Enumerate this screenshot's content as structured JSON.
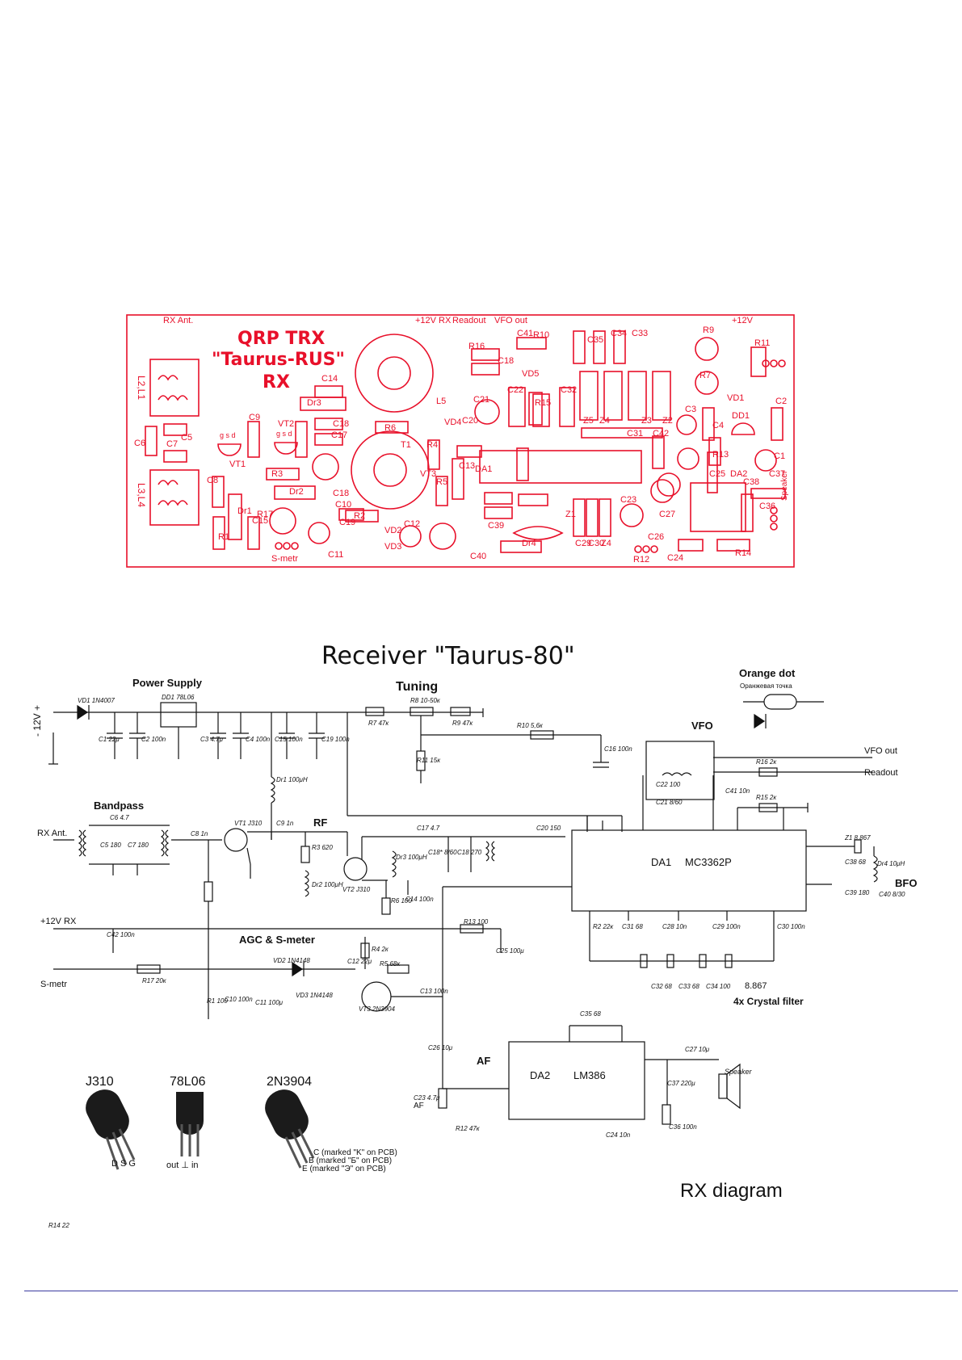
{
  "pcb": {
    "title_line1": "QRP TRX",
    "title_line2": "\"Taurus-RUS\"",
    "title_line3": "RX",
    "labels": {
      "rx_ant": "RX Ant.",
      "v12rx": "+12V RX",
      "readout": "Readout",
      "vfo_out": "VFO out",
      "v12": "+12V",
      "l2l1": "L2,L1",
      "l3l4": "L3,L4",
      "s_metr": "S-metr",
      "speaker": "Speaker",
      "r12": "R12",
      "gsd1": "g s d",
      "gsd2": "g s d"
    },
    "components": [
      "C41",
      "R16",
      "C18",
      "R10",
      "VD5",
      "C35",
      "C34",
      "C33",
      "R9",
      "R11",
      "C14",
      "Dr3",
      "L5",
      "C21",
      "C22",
      "R15",
      "C32",
      "R7",
      "VD1",
      "C2",
      "C9",
      "VT2",
      "C18",
      "C17",
      "R6",
      "VD4",
      "C20",
      "R4",
      "C13",
      "DA1",
      "Z5",
      "Z4",
      "Z3",
      "Z2",
      "C31",
      "C3",
      "C4",
      "DD1",
      "C42",
      "R13",
      "C6",
      "C7",
      "C5",
      "VT1",
      "C8",
      "R3",
      "Dr2",
      "C18",
      "T1",
      "VT3",
      "R5",
      "C25",
      "C37",
      "C1",
      "DA2",
      "R17",
      "C10",
      "C15",
      "Dr1",
      "R1",
      "R2",
      "C12",
      "C19",
      "C38",
      "Z1",
      "C23",
      "C27",
      "C36",
      "VD2",
      "VD3",
      "C11",
      "C40",
      "C39",
      "Dr4",
      "C29",
      "C30",
      "C26",
      "C24",
      "R14",
      "Z4"
    ]
  },
  "schematic": {
    "title": "Receiver \"Taurus-80\"",
    "sections": {
      "power_supply": "Power Supply",
      "tuning": "Tuning",
      "orange_dot": "Orange dot",
      "orange_dot_ru": "Оранжевая точка",
      "vfo": "VFO",
      "bandpass": "Bandpass",
      "rf": "RF",
      "agc": "AGC & S-meter",
      "bfo": "BFO",
      "crystal_filter": "4x Crystal filter",
      "af": "AF",
      "rx_diagram": "RX diagram"
    },
    "terminals": {
      "v12_in": "- 12V +",
      "rx_ant": "RX Ant.",
      "v12rx": "+12V RX",
      "s_metr": "S-metr",
      "vfo_out": "VFO out",
      "readout": "Readout",
      "speaker": "Speaker",
      "af": "AF"
    },
    "ics": {
      "da1_name": "DA1",
      "da1_part": "MC3362P",
      "da2_name": "DA2",
      "da2_part": "LM386"
    },
    "parts": [
      {
        "ref": "VD1",
        "val": "1N4007"
      },
      {
        "ref": "DD1",
        "val": "78L06"
      },
      {
        "ref": "C1",
        "val": "22μ"
      },
      {
        "ref": "C2",
        "val": "100n"
      },
      {
        "ref": "C3",
        "val": "4.7μ"
      },
      {
        "ref": "C4",
        "val": "100n"
      },
      {
        "ref": "C15",
        "val": "100n"
      },
      {
        "ref": "C19",
        "val": "100n"
      },
      {
        "ref": "R7",
        "val": "47к"
      },
      {
        "ref": "R8",
        "val": "10-50к"
      },
      {
        "ref": "R9",
        "val": "47к"
      },
      {
        "ref": "R11",
        "val": "15к"
      },
      {
        "ref": "R10",
        "val": "5,6к"
      },
      {
        "ref": "C16",
        "val": "100n"
      },
      {
        "ref": "Dr1",
        "val": "100μH"
      },
      {
        "ref": "C6",
        "val": "4.7"
      },
      {
        "ref": "C5",
        "val": "180"
      },
      {
        "ref": "C7",
        "val": "180"
      },
      {
        "ref": "C8",
        "val": "1n"
      },
      {
        "ref": "VT1",
        "val": "J310"
      },
      {
        "ref": "C9",
        "val": "1n"
      },
      {
        "ref": "R3",
        "val": "620"
      },
      {
        "ref": "Dr2",
        "val": "100μH"
      },
      {
        "ref": "VT2",
        "val": "J310"
      },
      {
        "ref": "C17",
        "val": "4.7"
      },
      {
        "ref": "Dr3",
        "val": "100μH"
      },
      {
        "ref": "C18*",
        "val": "8/60"
      },
      {
        "ref": "C18",
        "val": "270"
      },
      {
        "ref": "C14",
        "val": "100n"
      },
      {
        "ref": "R6",
        "val": "100"
      },
      {
        "ref": "C20",
        "val": "150"
      },
      {
        "ref": "C22",
        "val": "100"
      },
      {
        "ref": "C21",
        "val": "8/60"
      },
      {
        "ref": "C41",
        "val": "10n"
      },
      {
        "ref": "R16",
        "val": "2к"
      },
      {
        "ref": "R15",
        "val": "2к"
      },
      {
        "ref": "Z1",
        "val": "8.867"
      },
      {
        "ref": "C38",
        "val": "68"
      },
      {
        "ref": "C39",
        "val": "180"
      },
      {
        "ref": "Dr4",
        "val": "10μH"
      },
      {
        "ref": "C40",
        "val": "8/30"
      },
      {
        "ref": "C42",
        "val": "100n"
      },
      {
        "ref": "R13",
        "val": "100"
      },
      {
        "ref": "C25",
        "val": "100μ"
      },
      {
        "ref": "R4",
        "val": "2к"
      },
      {
        "ref": "R5",
        "val": "68к"
      },
      {
        "ref": "C12",
        "val": "22μ"
      },
      {
        "ref": "VD2",
        "val": "1N4148"
      },
      {
        "ref": "VD3",
        "val": "1N4148"
      },
      {
        "ref": "VT3",
        "val": "2N3904"
      },
      {
        "ref": "C13",
        "val": "100n"
      },
      {
        "ref": "R17",
        "val": "20к"
      },
      {
        "ref": "R1",
        "val": "100"
      },
      {
        "ref": "C10",
        "val": "100n"
      },
      {
        "ref": "C11",
        "val": "100μ"
      },
      {
        "ref": "R2",
        "val": "22к"
      },
      {
        "ref": "C31",
        "val": "68"
      },
      {
        "ref": "C28",
        "val": "10n"
      },
      {
        "ref": "C29",
        "val": "100n"
      },
      {
        "ref": "C30",
        "val": "100n"
      },
      {
        "ref": "C32",
        "val": "68"
      },
      {
        "ref": "C33",
        "val": "68"
      },
      {
        "ref": "C34",
        "val": "100"
      },
      {
        "ref": "C35",
        "val": "68"
      },
      {
        "ref": "C26",
        "val": "10μ"
      },
      {
        "ref": "C23",
        "val": "4.7μ"
      },
      {
        "ref": "R12",
        "val": "47к"
      },
      {
        "ref": "C24",
        "val": "10n"
      },
      {
        "ref": "C27",
        "val": "10μ"
      },
      {
        "ref": "C37",
        "val": "220μ"
      },
      {
        "ref": "C36",
        "val": "100n"
      },
      {
        "ref": "R14",
        "val": "22"
      }
    ],
    "crystal_freq": "8.867",
    "packages": {
      "j310": {
        "name": "J310",
        "pins": "D S G"
      },
      "l78": {
        "name": "78L06",
        "pins": "out ⊥ in"
      },
      "q2n": {
        "name": "2N3904",
        "line1": "C (marked \"K\" on PCB)",
        "line2": "B (marked \"Б\" on PCB)",
        "line3": "E (marked \"Э\" on PCB)"
      }
    }
  }
}
